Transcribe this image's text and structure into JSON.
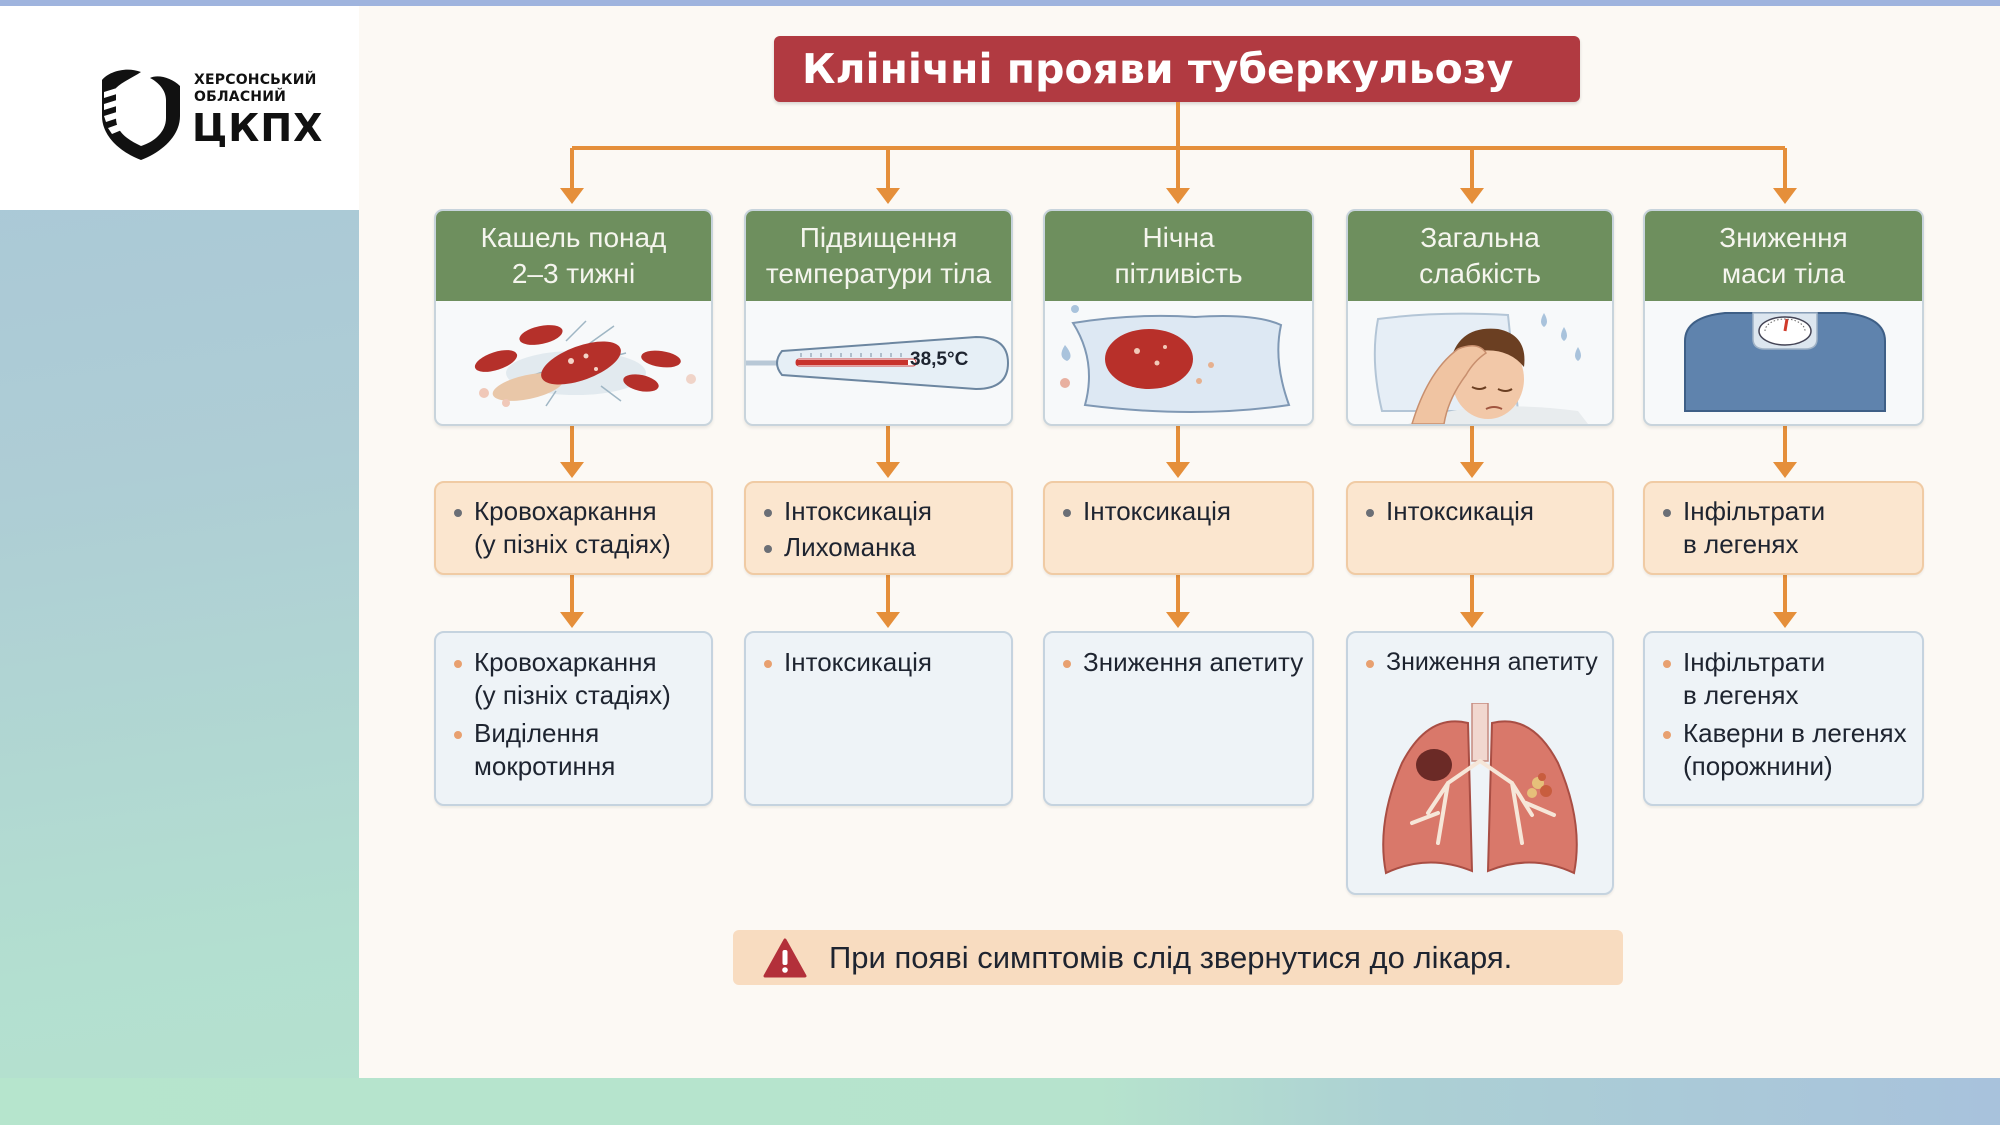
{
  "logo": {
    "line1": "ХЕРСОНСЬКИЙ",
    "line2": "ОБЛАСНИЙ",
    "line3": "ЦКПХ"
  },
  "title": "Клінічні прояви туберкульозу",
  "colors": {
    "title_bg": "#b13a41",
    "header_green": "#6e8f5e",
    "connector_orange": "#e58f3a",
    "mid_box_bg": "#fbe6cf",
    "low_box_bg": "#eef3f7",
    "warning_red": "#b3303a"
  },
  "columns": [
    {
      "header": "Кашель понад\n2–3 тижні",
      "illustration": "bacteria-icon",
      "middle": [
        "Кровохаркання\n(у пізніх стадіях)"
      ],
      "bottom": [
        "Кровохаркання\n(у пізніх стадіях)",
        "Виділення\nмокротиння"
      ]
    },
    {
      "header": "Підвищення\nтемператури тіла",
      "illustration": "thermometer-icon",
      "thermometer_reading": "38,5°C",
      "middle": [
        "Інтоксикація",
        "Лихоманка"
      ],
      "bottom": [
        "Інтоксикація"
      ]
    },
    {
      "header": "Нічна\nпітливість",
      "illustration": "sweaty-pillow-icon",
      "middle": [
        "Інтоксикація"
      ],
      "bottom": [
        "Зниження апетиту"
      ]
    },
    {
      "header": "Загальна\nслабкість",
      "illustration": "tired-person-icon",
      "middle": [
        "Інтоксикація"
      ],
      "bottom": [
        "Зниження апетиту"
      ],
      "bottom_illustration": "lungs-icon"
    },
    {
      "header": "Зниження\nмаси тіла",
      "illustration": "scale-icon",
      "middle": [
        "Інфільтрати\nв легенях"
      ],
      "bottom": [
        "Інфільтрати\nв легенях",
        "Каверни в легенях\n(порожнини)"
      ]
    }
  ],
  "warning": {
    "icon": "warning-icon",
    "text": "При появі симптомів слід звернутися до лікаря."
  }
}
